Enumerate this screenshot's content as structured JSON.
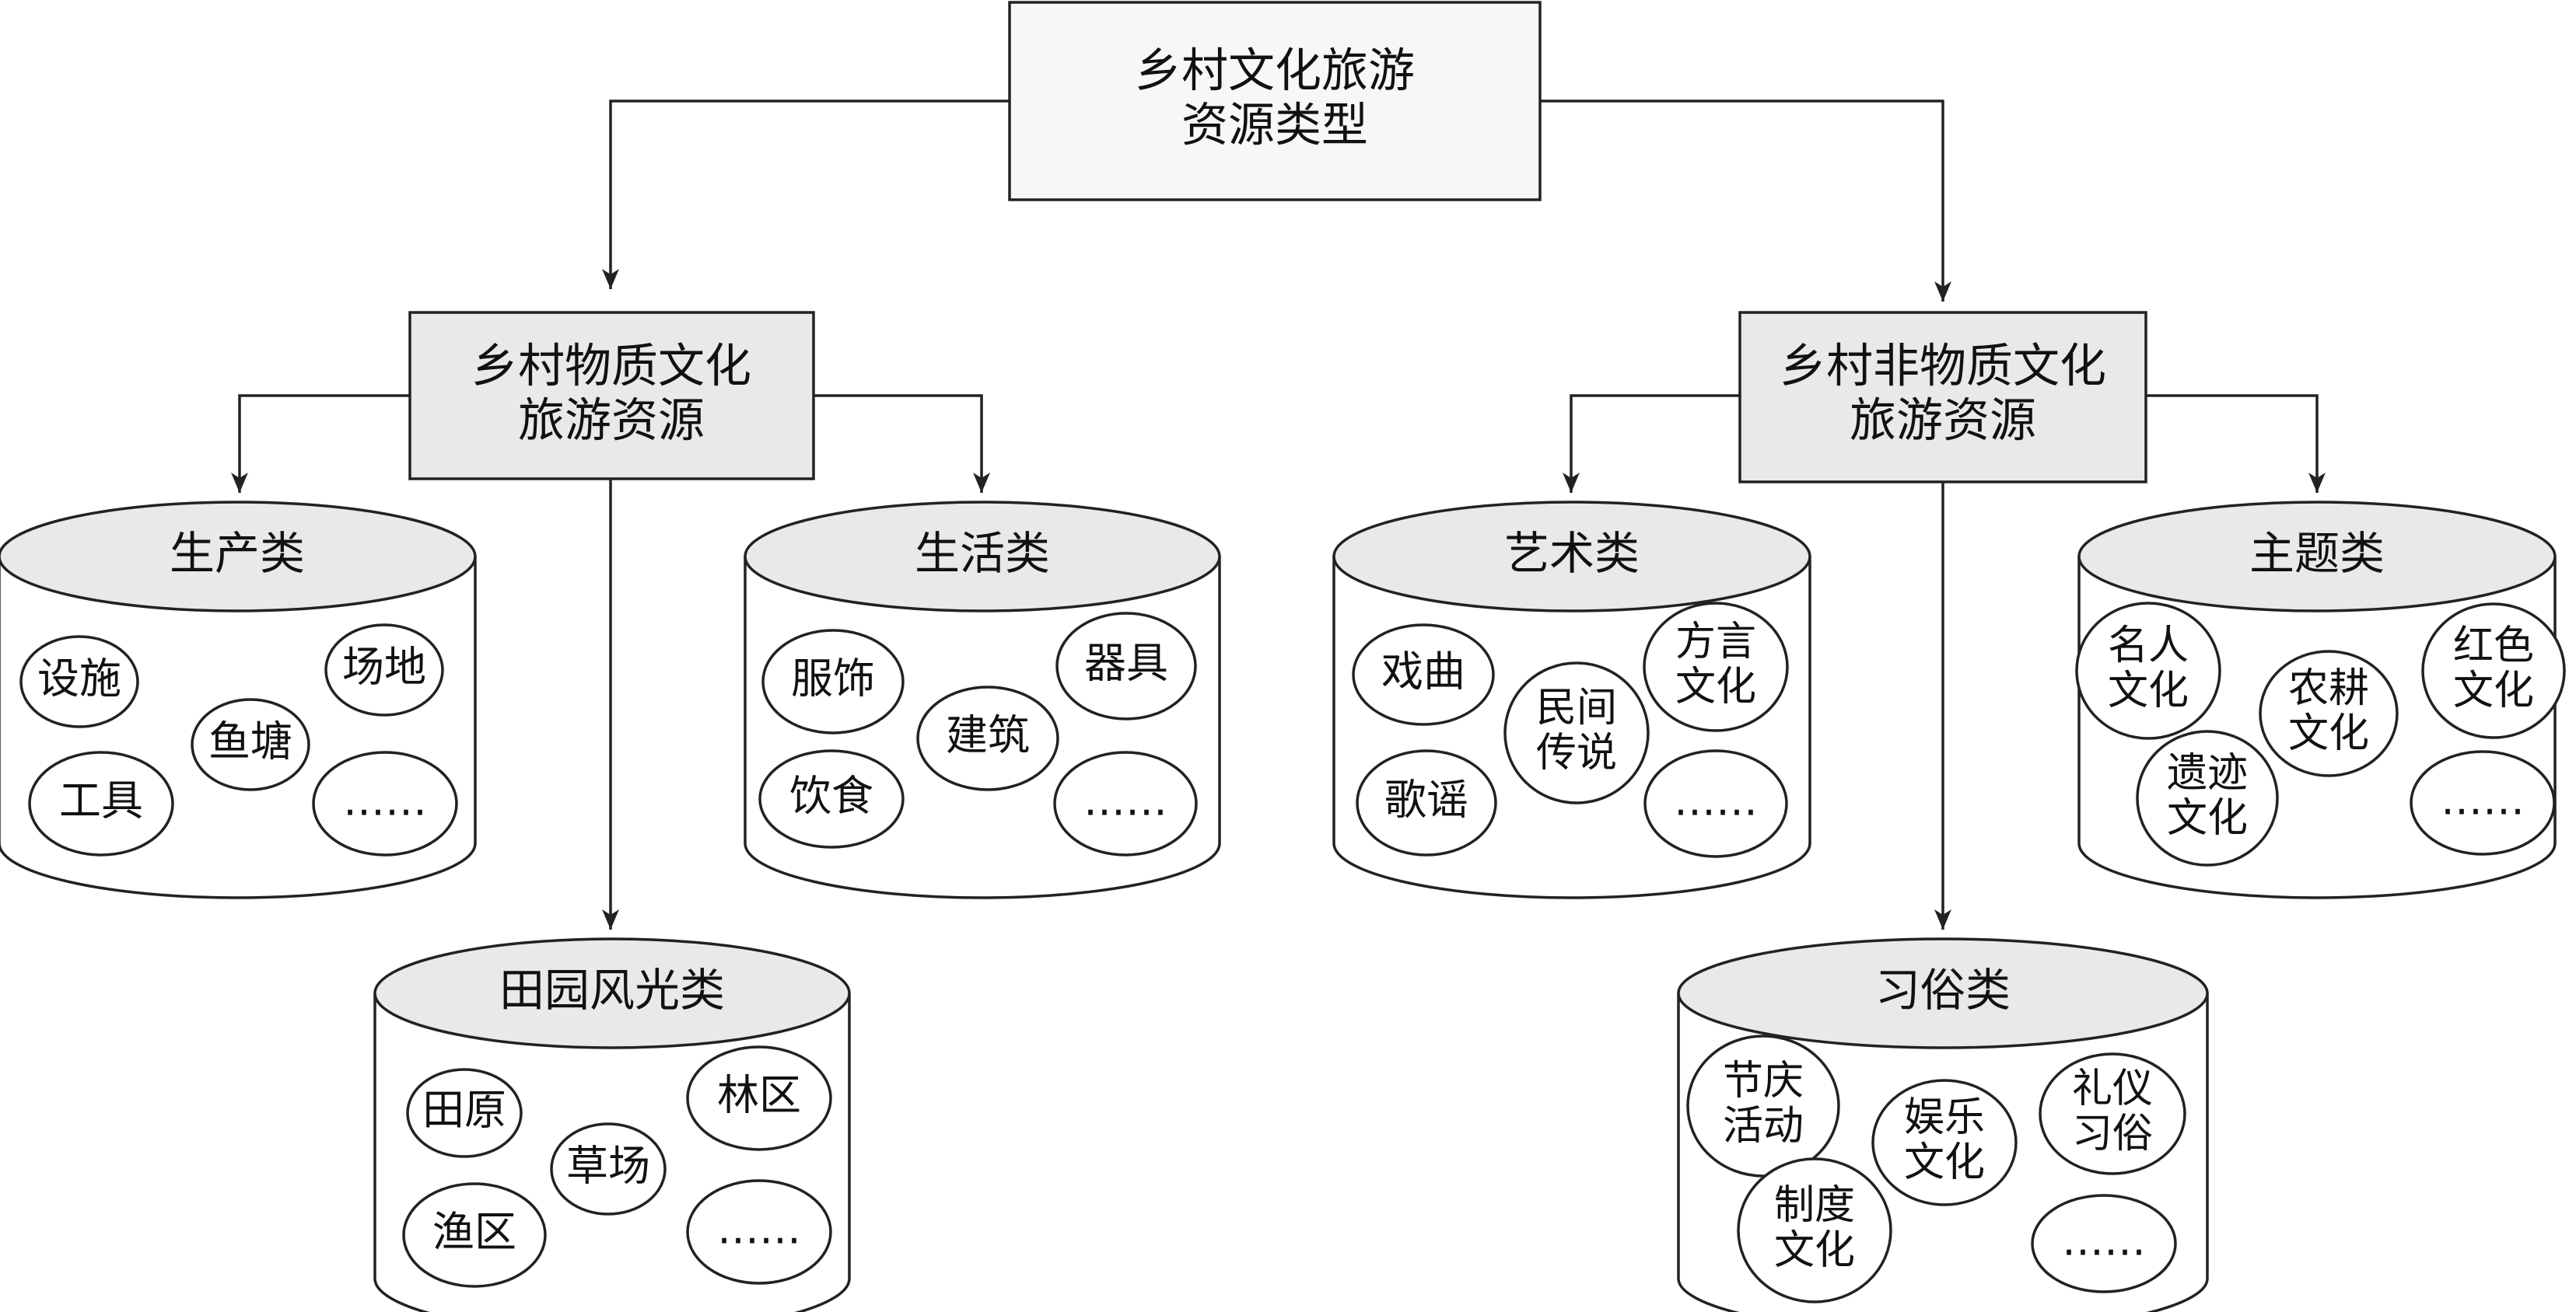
{
  "colors": {
    "line": "#222222",
    "root_fill": "#f7f7f7",
    "category_fill": "#e9e9e9",
    "cylinder_top_fill": "#e9e9e9",
    "background": "#ffffff"
  },
  "root": {
    "lines": [
      "乡村文化旅游",
      "资源类型"
    ]
  },
  "material": {
    "lines": [
      "乡村物质文化",
      "旅游资源"
    ],
    "groups": {
      "production": {
        "title": "生产类",
        "items": [
          {
            "lines": [
              "设施"
            ]
          },
          {
            "lines": [
              "鱼塘"
            ]
          },
          {
            "lines": [
              "场地"
            ]
          },
          {
            "lines": [
              "工具"
            ]
          },
          {
            "lines": [
              "……"
            ]
          }
        ]
      },
      "pastoral": {
        "title": "田园风光类",
        "items": [
          {
            "lines": [
              "田原"
            ]
          },
          {
            "lines": [
              "草场"
            ]
          },
          {
            "lines": [
              "林区"
            ]
          },
          {
            "lines": [
              "渔区"
            ]
          },
          {
            "lines": [
              "……"
            ]
          }
        ]
      },
      "living": {
        "title": "生活类",
        "items": [
          {
            "lines": [
              "服饰"
            ]
          },
          {
            "lines": [
              "建筑"
            ]
          },
          {
            "lines": [
              "器具"
            ]
          },
          {
            "lines": [
              "饮食"
            ]
          },
          {
            "lines": [
              "……"
            ]
          }
        ]
      }
    }
  },
  "intangible": {
    "lines": [
      "乡村非物质文化",
      "旅游资源"
    ],
    "groups": {
      "art": {
        "title": "艺术类",
        "items": [
          {
            "lines": [
              "戏曲"
            ]
          },
          {
            "lines": [
              "民间",
              "传说"
            ]
          },
          {
            "lines": [
              "方言",
              "文化"
            ]
          },
          {
            "lines": [
              "歌谣"
            ]
          },
          {
            "lines": [
              "……"
            ]
          }
        ]
      },
      "customs": {
        "title": "习俗类",
        "items": [
          {
            "lines": [
              "节庆",
              "活动"
            ]
          },
          {
            "lines": [
              "娱乐",
              "文化"
            ]
          },
          {
            "lines": [
              "礼仪",
              "习俗"
            ]
          },
          {
            "lines": [
              "制度",
              "文化"
            ]
          },
          {
            "lines": [
              "……"
            ]
          }
        ]
      },
      "theme": {
        "title": "主题类",
        "items": [
          {
            "lines": [
              "名人",
              "文化"
            ]
          },
          {
            "lines": [
              "农耕",
              "文化"
            ]
          },
          {
            "lines": [
              "红色",
              "文化"
            ]
          },
          {
            "lines": [
              "遗迹",
              "文化"
            ]
          },
          {
            "lines": [
              "……"
            ]
          }
        ]
      }
    }
  }
}
